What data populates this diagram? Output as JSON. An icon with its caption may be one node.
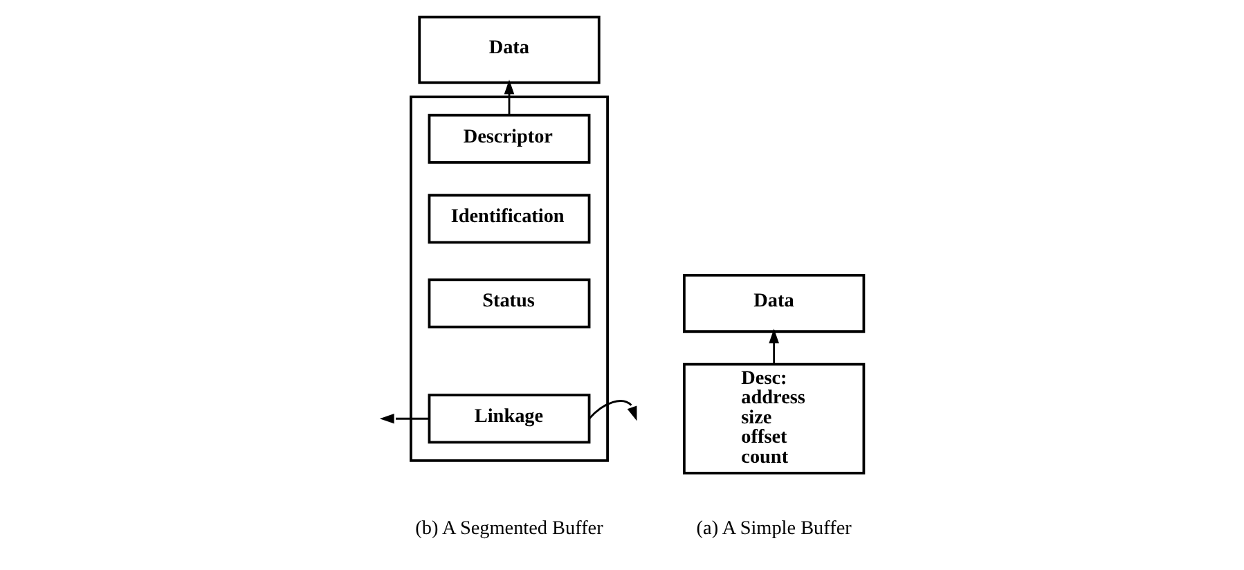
{
  "diagram": {
    "nodes": [
      {
        "text": [
          "Data"
        ]
      },
      {
        "text": [
          "Desc:",
          "address",
          "size",
          "offset",
          "count"
        ]
      },
      {
        "text": [
          "Data"
        ]
      },
      {
        "text": [],
        "shape": "box"
      },
      {
        "text": [
          "Descriptor"
        ],
        "in": 3
      },
      {
        "text": [
          "Identification"
        ],
        "in": 3
      },
      {
        "text": [
          "Status"
        ],
        "in": 3
      },
      {
        "text": [
          "Linkage"
        ],
        "in": 3
      }
    ],
    "edges": [
      {
        "from": 1,
        "to": 0,
        "arrow": "to"
      },
      {
        "from": 4,
        "to": 2,
        "arrow": "to"
      },
      {
        "from": 7,
        "to": null,
        "arrow": "to"
      },
      {
        "from": 7,
        "to": null,
        "arrow": "to"
      }
    ],
    "labels": [
      "(a) A Simple Buffer",
      "(b) A Segmented Buffer"
    ]
  }
}
